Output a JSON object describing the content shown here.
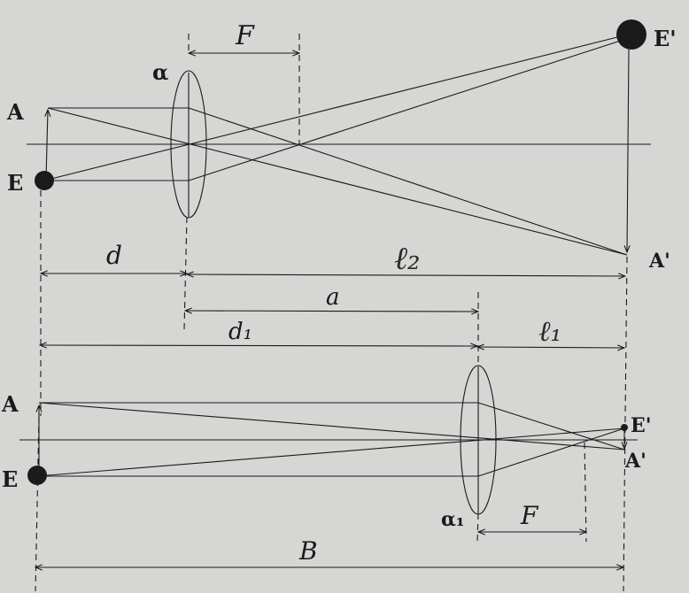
{
  "diagram": {
    "colors": {
      "ink": "#1b1b1b",
      "paper": "#d6d6d4"
    },
    "top": {
      "focal_label": "F",
      "lens_label": "α",
      "object_top_label": "A",
      "object_bottom_label": "E",
      "image_top_label": "E'",
      "image_bottom_label": "A'",
      "d_label": "d",
      "l2_label": "ℓ₂",
      "a_label": "a"
    },
    "middle": {
      "d1_label": "d₁",
      "l1_label": "ℓ₁"
    },
    "bottom": {
      "object_top_label": "A",
      "object_bottom_label": "E",
      "image_top_label": "E'",
      "image_bottom_label": "A'",
      "lens_label": "α₁",
      "focal_label": "F",
      "b_label": "B"
    }
  }
}
